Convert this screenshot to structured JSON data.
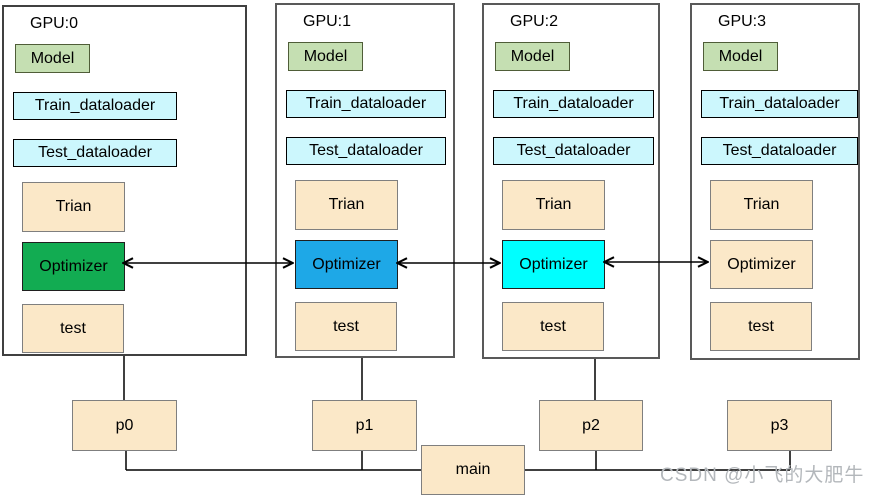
{
  "watermark": "CSDN @小飞的大肥牛",
  "main_label": "main",
  "gpus": [
    {
      "label": "GPU:0",
      "model": "Model",
      "train_dataloader": "Train_dataloader",
      "test_dataloader": "Test_dataloader",
      "train": "Trian",
      "optimizer": "Optimizer",
      "test": "test",
      "optimizer_fill": "#12ac52",
      "optimizer_border": "#1f1f1f"
    },
    {
      "label": "GPU:1",
      "model": "Model",
      "train_dataloader": "Train_dataloader",
      "test_dataloader": "Test_dataloader",
      "train": "Trian",
      "optimizer": "Optimizer",
      "test": "test",
      "optimizer_fill": "#1ea8e7",
      "optimizer_border": "#1f1f1f"
    },
    {
      "label": "GPU:2",
      "model": "Model",
      "train_dataloader": "Train_dataloader",
      "test_dataloader": "Test_dataloader",
      "train": "Trian",
      "optimizer": "Optimizer",
      "test": "test",
      "optimizer_fill": "#00ffff",
      "optimizer_border": "#1f1f1f"
    },
    {
      "label": "GPU:3",
      "model": "Model",
      "train_dataloader": "Train_dataloader",
      "test_dataloader": "Test_dataloader",
      "train": "Trian",
      "optimizer": "Optimizer",
      "test": "test",
      "optimizer_fill": "#fbe8c8",
      "optimizer_border": "#7f7f7f"
    }
  ],
  "processes": [
    {
      "label": "p0"
    },
    {
      "label": "p1"
    },
    {
      "label": "p2"
    },
    {
      "label": "p3"
    }
  ],
  "colors": {
    "model_fill": "#c5dfb2",
    "dataloader_fill": "#ccf7fd",
    "cream_fill": "#fbe8c8",
    "optimizer_green": "#12ac52",
    "optimizer_blue": "#1ea8e7",
    "optimizer_cyan": "#00ffff",
    "container_border": "#595959",
    "line": "#000000",
    "watermark_gray": "#b3b7bb"
  }
}
